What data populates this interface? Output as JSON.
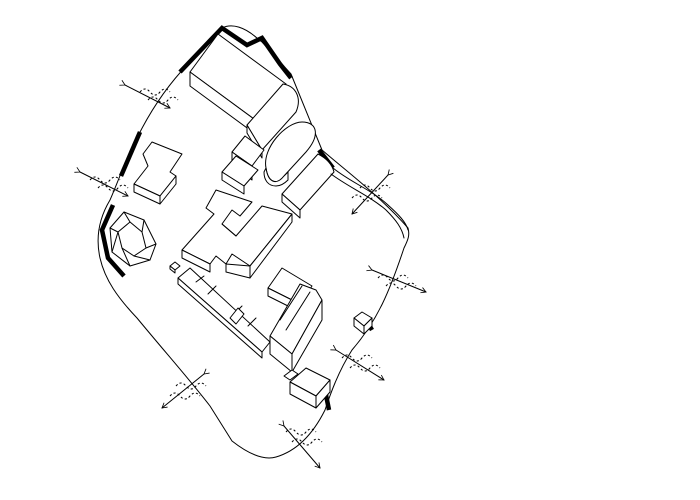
{
  "diagram": {
    "background": "#ffffff",
    "line_color": "#000000",
    "site_boundary": "site-outline",
    "buildings": [
      "north-long-block",
      "north-ramp",
      "oval-building",
      "east-curved-block",
      "north-small-block",
      "west-bar-block",
      "central-comb-block",
      "faceted-pavilion",
      "south-row-block",
      "gabled-building",
      "south-corner-block",
      "east-kiosk"
    ],
    "sound_indicators": [
      "northwest",
      "west",
      "east-upper",
      "east-middle",
      "east-lower",
      "southwest",
      "south"
    ],
    "edge_highlights": "thick-boundary-segments"
  }
}
